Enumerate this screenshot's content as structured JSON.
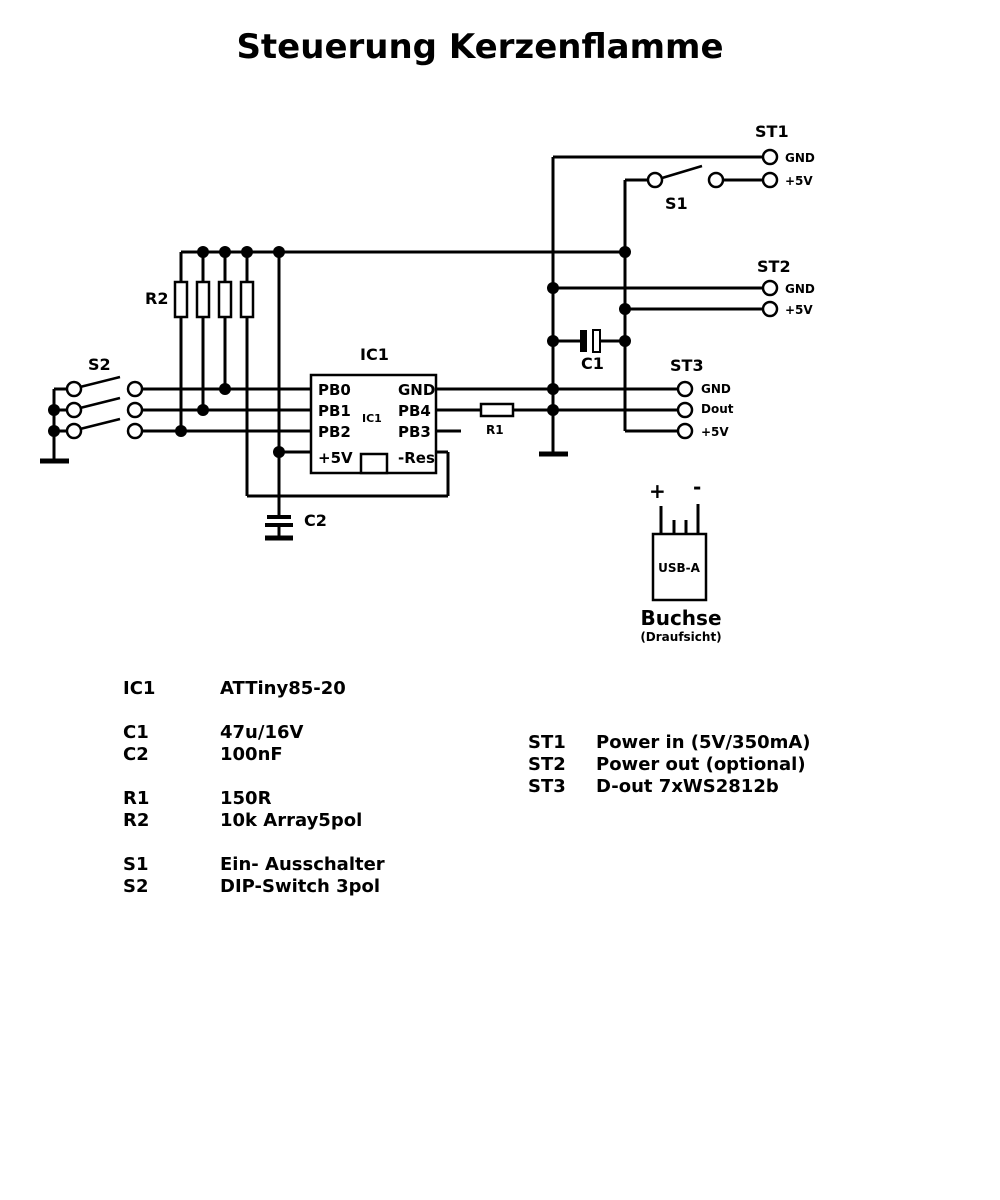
{
  "title": "Steuerung Kerzenflamme",
  "connectors": {
    "st1": {
      "name": "ST1",
      "pin1": "GND",
      "pin2": "+5V"
    },
    "st2": {
      "name": "ST2",
      "pin1": "GND",
      "pin2": "+5V"
    },
    "st3": {
      "name": "ST3",
      "pin1": "GND",
      "pin2": "Dout",
      "pin3": "+5V"
    }
  },
  "components": {
    "s1": "S1",
    "s2": "S2",
    "r1": "R1",
    "r2": "R2",
    "c1": "C1",
    "c2": "C2",
    "ic1": {
      "name": "IC1",
      "inner_label": "IC1",
      "pins_left": [
        "PB0",
        "PB1",
        "PB2",
        "+5V"
      ],
      "pins_right": [
        "GND",
        "PB4",
        "PB3",
        "-Res"
      ]
    }
  },
  "usb": {
    "plus": "+",
    "minus": "-",
    "label": "USB-A",
    "caption": "Buchse",
    "subcaption": "(Draufsicht)"
  },
  "parts_list": [
    {
      "ref": "IC1",
      "value": "ATTiny85-20"
    },
    {
      "ref": "C1",
      "value": "47u/16V"
    },
    {
      "ref": "C2",
      "value": "100nF"
    },
    {
      "ref": "R1",
      "value": "150R"
    },
    {
      "ref": "R2",
      "value": "10k Array5pol"
    },
    {
      "ref": "S1",
      "value": "Ein- Ausschalter"
    },
    {
      "ref": "S2",
      "value": "DIP-Switch 3pol"
    }
  ],
  "connector_list": [
    {
      "ref": "ST1",
      "value": "Power in (5V/350mA)"
    },
    {
      "ref": "ST2",
      "value": "Power out (optional)"
    },
    {
      "ref": "ST3",
      "value": "D-out 7xWS2812b"
    }
  ]
}
